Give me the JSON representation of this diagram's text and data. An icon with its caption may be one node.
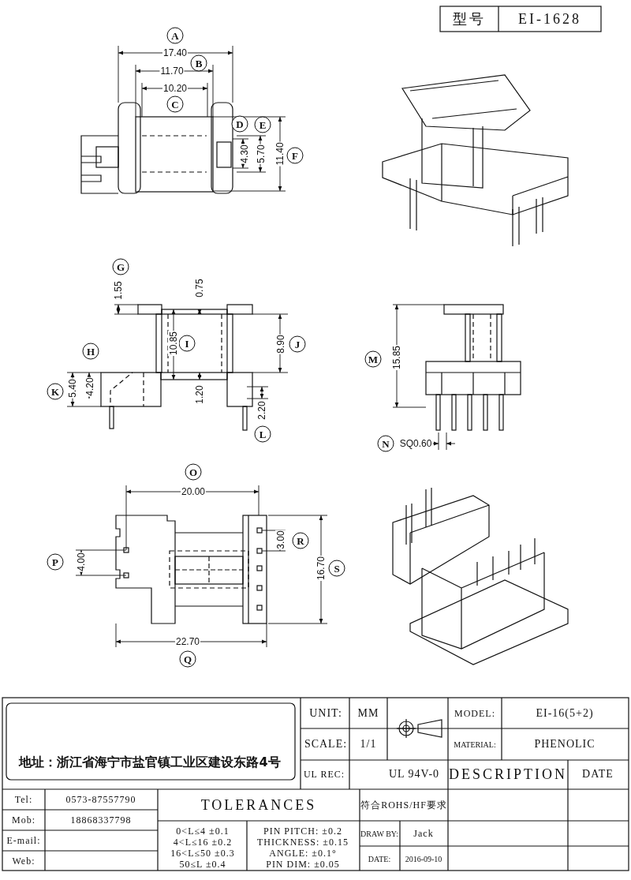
{
  "diagram": {
    "labels": [
      "型号",
      "EI-1628",
      "A",
      "17.40",
      "B",
      "11.70",
      "10.20",
      "C",
      "D",
      "E",
      "4.30",
      "5.70",
      "11.40",
      "F",
      "G",
      "1.55",
      "0.75",
      "I",
      "10.85",
      "8.90",
      "J",
      "H",
      "5.40",
      "4.20",
      "K",
      "1.20",
      "2.20",
      "L",
      "M",
      "15.85",
      "N",
      "SQ0.60",
      "O",
      "20.00",
      "R",
      "3.00",
      "P",
      "4.00",
      "16.70",
      "S",
      "22.70",
      "Q",
      "地址：浙江省海宁市盐官镇工业区建设东路4号",
      "UNIT:",
      "MM",
      "SCALE:",
      "1/1",
      "MODEL:",
      "EI-16(5+2)",
      "MATERIAL:",
      "PHENOLIC",
      "UL REC:",
      "UL 94V-0",
      "DESCRIPTION",
      "DATE",
      "Tel:",
      "0573-87557790",
      "Mob:",
      "18868337798",
      "E-mail:",
      "Web:",
      "TOLERANCES",
      "符合ROHS/HF要求",
      "0<L≤4 ±0.1",
      "4<L≤16 ±0.2",
      "16<L≤50 ±0.3",
      "50≤L ±0.4",
      "PIN PITCH: ±0.2",
      "THICKNESS: ±0.15",
      "ANGLE: ±0.1°",
      "PIN DIM: ±0.05",
      "DRAW BY:",
      "Jack",
      "DATE:",
      "2016-09-10"
    ]
  }
}
